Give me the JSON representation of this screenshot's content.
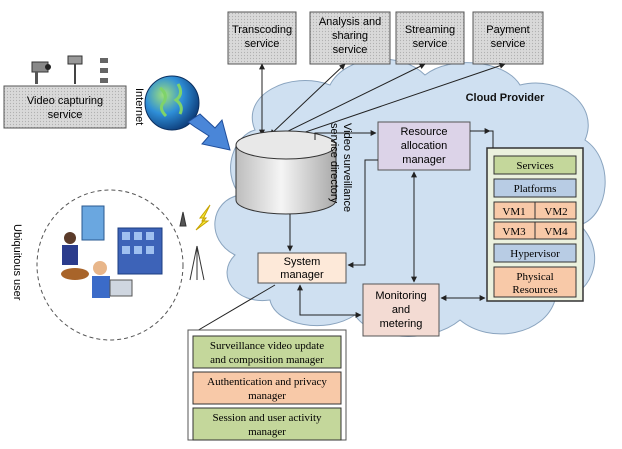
{
  "services": [
    {
      "id": "transcoding",
      "lines": [
        "Transcoding",
        "service"
      ]
    },
    {
      "id": "analysis",
      "lines": [
        "Analysis and",
        "sharing",
        "service"
      ]
    },
    {
      "id": "streaming",
      "lines": [
        "Streaming",
        "service"
      ]
    },
    {
      "id": "payment",
      "lines": [
        "Payment",
        "service"
      ]
    }
  ],
  "video_capture": {
    "lines": [
      "Video capturing",
      "service"
    ]
  },
  "internet_label": "Internet",
  "cloud_label": "Cloud Provider",
  "directory_label_lines": [
    "Video surveillance",
    "service directory"
  ],
  "resource_manager": {
    "lines": [
      "Resource",
      "allocation",
      "manager"
    ]
  },
  "system_manager": {
    "lines": [
      "System",
      "manager"
    ]
  },
  "monitoring": {
    "lines": [
      "Monitoring",
      "and",
      "metering"
    ]
  },
  "ubiquitous_label": "Ubiquitous user",
  "stack": {
    "services": "Services",
    "platforms": "Platforms",
    "vm1": "VM1",
    "vm2": "VM2",
    "vm3": "VM3",
    "vm4": "VM4",
    "hypervisor": "Hypervisor",
    "physical_lines": [
      "Physical",
      "Resources"
    ]
  },
  "submodules": [
    {
      "lines": [
        "Surveillance video update",
        "and composition manager"
      ]
    },
    {
      "lines": [
        "Authentication and privacy",
        "manager"
      ]
    },
    {
      "lines": [
        "Session and user activity",
        "manager"
      ]
    }
  ],
  "colors": {
    "service_box": "#d4d4d4",
    "cloud_fill": "#cfe0f1",
    "resource_box": "#dcd3e8",
    "system_box": "#fde9d9",
    "monitoring_box": "#f3dbd3",
    "stack_outer": "#ebf1de",
    "green": "#c4d79b",
    "blue": "#b8cce4",
    "orange": "#f8c9a8"
  }
}
